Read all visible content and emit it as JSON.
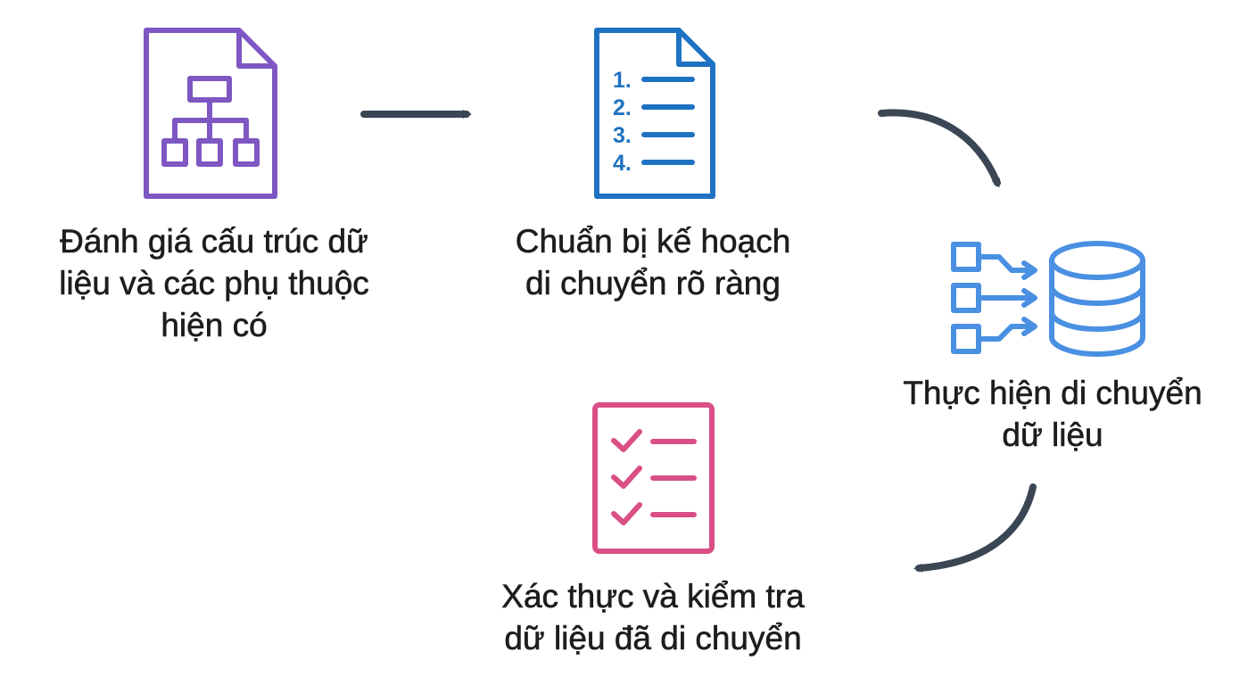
{
  "colors": {
    "purple": "#7e57c2",
    "blue": "#1f72c2",
    "light_blue": "#4a90e2",
    "pink": "#d94f86",
    "arrow": "#3a4654",
    "text": "#1d1d1f"
  },
  "steps": [
    {
      "icon": "document-hierarchy-icon",
      "lines": [
        "Đánh giá cấu trúc dữ",
        "liệu và các phụ thuộc",
        "hiện có"
      ]
    },
    {
      "icon": "numbered-list-document-icon",
      "list_numbers": [
        "1.",
        "2.",
        "3.",
        "4."
      ],
      "lines": [
        "Chuẩn bị kế hoạch",
        "di chuyển rõ ràng"
      ]
    },
    {
      "icon": "data-transfer-database-icon",
      "lines": [
        "Thực hiện di chuyển",
        "dữ liệu"
      ]
    },
    {
      "icon": "checklist-icon",
      "lines": [
        "Xác thực và kiểm tra",
        "dữ liệu đã di chuyển"
      ]
    }
  ]
}
